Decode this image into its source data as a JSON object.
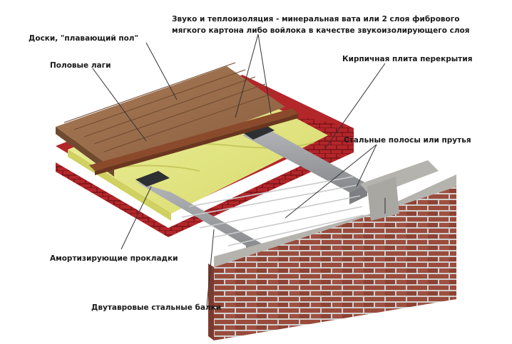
{
  "labels": {
    "sound_insulation_line1": "Звуко и теплоизоляция - минеральная вата или 2 слоя фибрового",
    "sound_insulation_line2": "мягкого картона либо войлока в качестве звукоизолирующего слоя",
    "floating_floor": "Доски, \"плавающий пол\"",
    "floor_joists": "Половые лаги",
    "brick_slab": "Кирпичная плита перекрытия",
    "steel_strips": "Стальные полосы   или прутья",
    "damping_pads": "Амортизирующие  прокладки",
    "i_beams": "Двутавровые стальные балки"
  },
  "colors": {
    "wood": "#9c6e4b",
    "insulation": "#e6e88a",
    "brick_red": "#b3262a",
    "steel": "#9a9c9f",
    "wall_brick": "#9a4b3b",
    "mortar": "#cfcfcf",
    "concrete": "#b5b3ae"
  }
}
